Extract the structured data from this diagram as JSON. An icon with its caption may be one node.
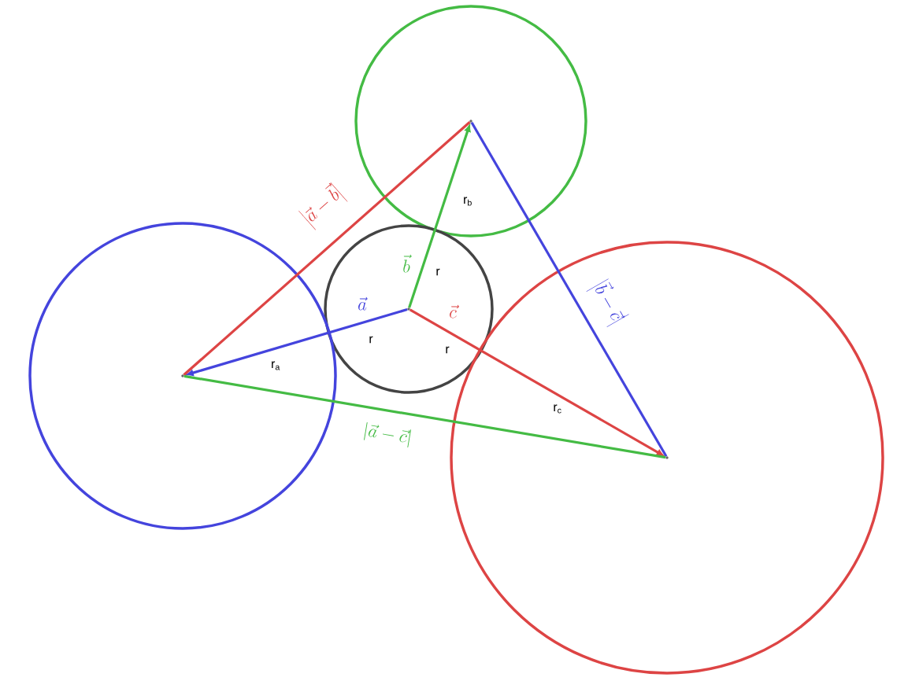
{
  "diagram": {
    "nodes": [
      {
        "text": [],
        "shape": "dot"
      },
      {
        "text": [],
        "shape": "dot"
      },
      {
        "text": [],
        "shape": "dot"
      },
      {
        "text": [],
        "shape": "dot"
      }
    ],
    "edges": [
      {
        "from": 1,
        "to": 2,
        "arrow": "to",
        "color": "#4444dd",
        "label": "\\vec{a}"
      },
      {
        "from": 1,
        "to": 0,
        "arrow": "to",
        "color": "#44bb44",
        "label": "\\vec{b}"
      },
      {
        "from": 1,
        "to": 3,
        "arrow": "to",
        "color": "#dd4444",
        "label": "\\vec{c}"
      },
      {
        "from": 2,
        "to": 0,
        "arrow": "none",
        "color": "#dd4444",
        "label": "\\left|\\vec{a}-\\vec{b}\\right|"
      },
      {
        "from": 0,
        "to": 3,
        "arrow": "none",
        "color": "#4444dd",
        "label": "\\left|\\vec{b}-\\vec{c}\\right|"
      },
      {
        "from": 2,
        "to": 3,
        "arrow": "none",
        "color": "#44bb44",
        "label": "\\left|\\vec{a}-\\vec{c}\\right|"
      }
    ],
    "labels": [
      "r$_{b}$",
      "r",
      "r",
      "r",
      "r$_{a}$",
      "r$_{c}$"
    ]
  }
}
